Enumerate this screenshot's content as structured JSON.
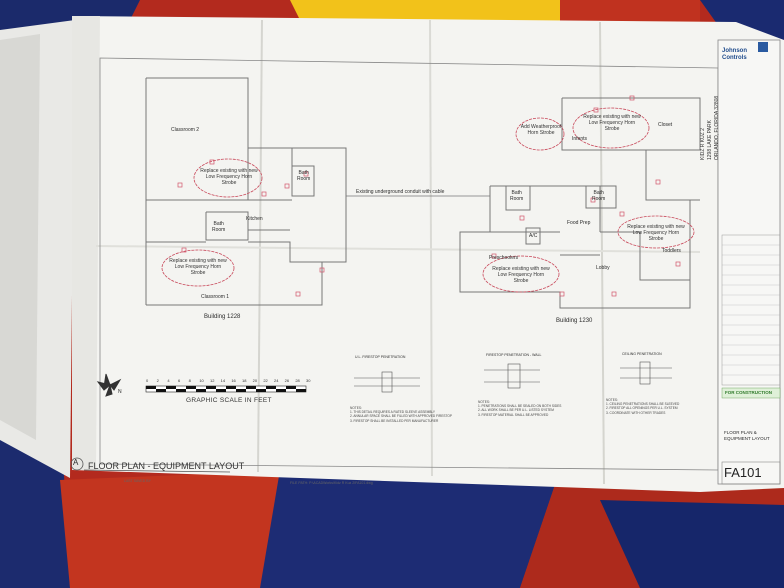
{
  "company": {
    "name": "Johnson\nControls"
  },
  "plan": {
    "title": "FLOOR PLAN - EQUIPMENT LAYOUT",
    "marker": "A",
    "graphic_scale": "GRAPHIC SCALE IN FEET",
    "scale_ticks": [
      "0",
      "2",
      "4",
      "6",
      "8",
      "10",
      "12",
      "14",
      "16",
      "18",
      "20",
      "22",
      "24",
      "26",
      "28",
      "30"
    ],
    "north": "N",
    "sheet_number": "FA101",
    "sheet_description": "FLOOR PLAN &\nEQUIPMENT LAYOUT",
    "status_stamp": "FOR CONSTRUCTION",
    "project": "KIDZ R KUZ 2\n1298 LAKE PARK\nORLANDO, FLORIDA 32808",
    "conduit_note": "Existing underground conduit with cable"
  },
  "buildings": {
    "left": {
      "name": "Building 1228"
    },
    "right": {
      "name": "Building 1230"
    }
  },
  "rooms": {
    "classroom2": "Classroom 2",
    "classroom1": "Classroom 1",
    "bath_left_top": "Bath\nRoom",
    "bath_left_mid": "Bath\nRoom",
    "kitchen": "Kitchen",
    "bath_right": "Bath\nRoom",
    "bath_right2": "Bath\nRoom",
    "food_prep": "Food Prep",
    "ac": "A/C",
    "preschoolers": "Preschoolers",
    "lobby": "Lobby",
    "toddlers": "Toddlers",
    "infants": "Infants",
    "closet": "Closet"
  },
  "clouds": {
    "c1": "Replace existing with new\nLow Frequency Horn\nStrobe",
    "c2": "Replace existing with new\nLow Frequency Horn\nStrobe",
    "c3": "Add Weatherproof\nHorn Strobe",
    "c4": "Replace existing with new\nLow Frequency Horn\nStrobe",
    "c5": "Replace existing with new\nLow Frequency Horn\nStrobe",
    "c6": "Replace existing with new\nLow Frequency Horn\nStrobe"
  },
  "details": [
    {
      "title": "U.L. FIRESTOP PENETRATION"
    },
    {
      "title": "FIRESTOP PENETRATION - WALL"
    },
    {
      "title": "CEILING PENETRATION"
    }
  ],
  "notes": [
    "NOTES:\n1. THIS DETAIL REQUIRES A RATED SLEEVE ASSEMBLY\n2. ANNULAR SPACE SHALL BE FILLED WITH APPROVED FIRESTOP\n3. FIRESTOP SHALL BE INSTALLED PER MANUFACTURER",
    "NOTES:\n1. PENETRATIONS SHALL BE SEALED ON BOTH SIDES\n2. ALL WORK SHALL BE PER U.L. LISTED SYSTEM\n3. FIRESTOP MATERIAL SHALL BE APPROVED",
    "NOTES:\n1. CEILING PENETRATIONS SHALL BE SLEEVED\n2. FIRESTOP ALL OPENINGS PER U.L. SYSTEM\n3. COORDINATE WITH OTHER TRADES"
  ],
  "footer": {
    "path": "FILE PATH: P:\\ACADWorks\\Kidz R Kuz 2\\FA101.dwg",
    "date": "LAST SAVED BY"
  }
}
